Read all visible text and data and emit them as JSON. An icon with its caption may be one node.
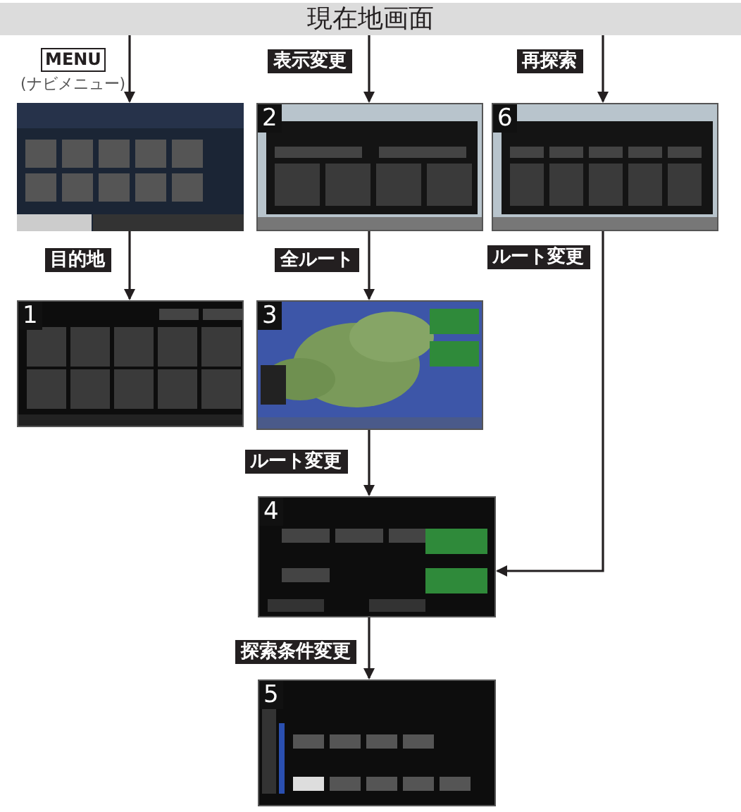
{
  "diagram": {
    "nodes": [
      {
        "text": [
          "現在地画面"
        ]
      },
      {
        "text": [],
        "shape": "picture"
      },
      {
        "text": [
          "2"
        ]
      },
      {
        "text": [
          "6"
        ]
      },
      {
        "text": [
          "1"
        ]
      },
      {
        "text": [
          "3"
        ]
      },
      {
        "text": [
          "4"
        ]
      },
      {
        "text": [
          "5"
        ]
      }
    ],
    "edges": [
      {
        "from": 0,
        "to": 1,
        "arrow": "to",
        "label": "MENU"
      },
      {
        "from": 0,
        "to": 2,
        "arrow": "to",
        "label": "表示変更"
      },
      {
        "from": 0,
        "to": 3,
        "arrow": "to",
        "label": "再探索"
      },
      {
        "from": 1,
        "to": 4,
        "arrow": "to",
        "label": "目的地"
      },
      {
        "from": 2,
        "to": 5,
        "arrow": "to",
        "label": "全ルート"
      },
      {
        "from": 3,
        "to": 6,
        "arrow": "to",
        "label": "ルート変更"
      },
      {
        "from": 5,
        "to": 6,
        "arrow": "to",
        "label": "ルート変更"
      },
      {
        "from": 6,
        "to": 7,
        "arrow": "to",
        "label": "探索条件変更"
      }
    ],
    "labels": [
      "(ナビメニュー)"
    ]
  }
}
